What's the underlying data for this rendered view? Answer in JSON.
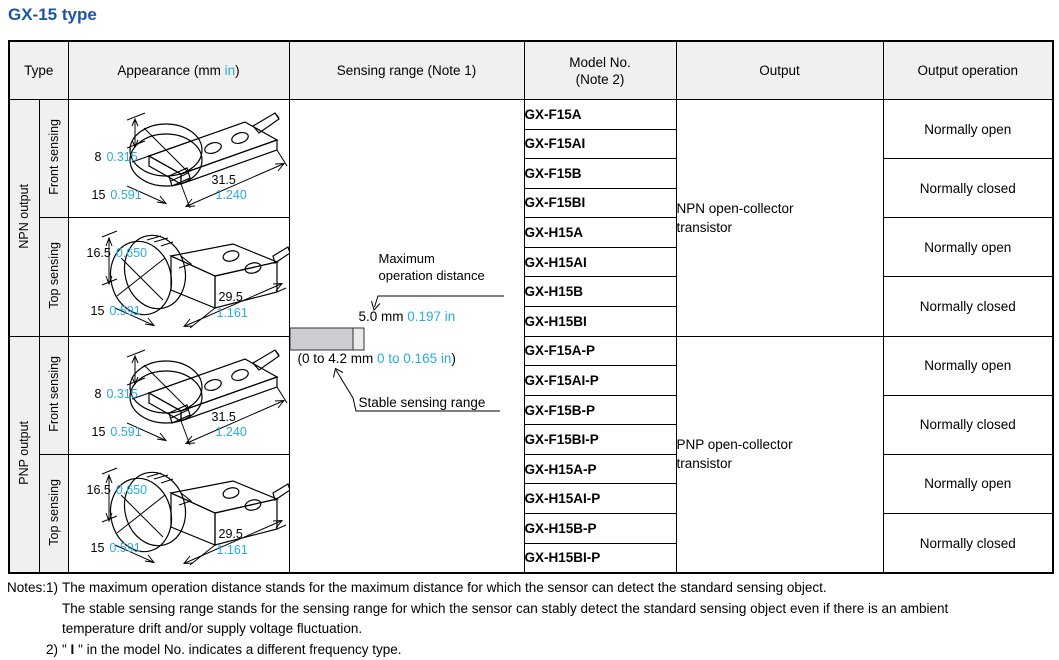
{
  "title": "GX-15 type",
  "colors": {
    "title_blue": "#1c55a5",
    "unit_cyan": "#29abe2",
    "header_bg": "#f0f0ee",
    "bar_gray": "#ccccd2",
    "bar_tip_gray": "#eaeaea",
    "border": "#000000"
  },
  "header": {
    "type": "Type",
    "appearance_prefix": "Appearance (mm ",
    "appearance_unit": "in",
    "appearance_suffix": ")",
    "sensing_range": "Sensing range (Note 1)",
    "model_no_line1": "Model No.",
    "model_no_line2": "(Note 2)",
    "output": "Output",
    "output_operation": "Output operation"
  },
  "type_labels": {
    "npn": "NPN output",
    "pnp": "PNP output",
    "front": "Front sensing",
    "top": "Top sensing"
  },
  "models": [
    "GX-F15A",
    "GX-F15AI",
    "GX-F15B",
    "GX-F15BI",
    "GX-H15A",
    "GX-H15AI",
    "GX-H15B",
    "GX-H15BI",
    "GX-F15A-P",
    "GX-F15AI-P",
    "GX-F15B-P",
    "GX-F15BI-P",
    "GX-H15A-P",
    "GX-H15AI-P",
    "GX-H15B-P",
    "GX-H15BI-P"
  ],
  "outputs": {
    "npn": "NPN open-collector transistor",
    "pnp": "PNP open-collector transistor"
  },
  "operations": [
    "Normally open",
    "Normally closed",
    "Normally open",
    "Normally closed",
    "Normally open",
    "Normally closed",
    "Normally open",
    "Normally closed"
  ],
  "sensing_diagram": {
    "max_label_line1": "Maximum",
    "max_label_line2": "operation distance",
    "max_mm": "5.0 mm ",
    "max_in": "0.197 in",
    "range_mm": "(0 to 4.2 mm ",
    "range_in": "0 to 0.165 in",
    "range_close": ")",
    "stable_label": "Stable sensing range"
  },
  "dims": {
    "front": {
      "h_mm": "8",
      "h_in": "0.315",
      "w_mm": "15",
      "w_in": "0.591",
      "l_mm": "31.5",
      "l_in": "1.240"
    },
    "top": {
      "h_mm": "16.5",
      "h_in": "0.650",
      "w_mm": "15",
      "w_in": "0.591",
      "l_mm": "29.5",
      "l_in": "1.161"
    }
  },
  "notes": {
    "label": "Notes:",
    "n1_num": "1)",
    "n1_line1": "The maximum operation distance stands for the maximum distance for which the sensor can detect the standard sensing object.",
    "n1_line2": "The stable sensing range stands for the sensing range for which the sensor can stably detect the standard sensing object even if there is an ambient",
    "n1_line3": "temperature drift and/or supply voltage fluctuation.",
    "n2_num": "2)",
    "n2_pre": "\" ",
    "n2_bold": "I",
    "n2_post": " \" in the model No. indicates a different frequency type."
  }
}
